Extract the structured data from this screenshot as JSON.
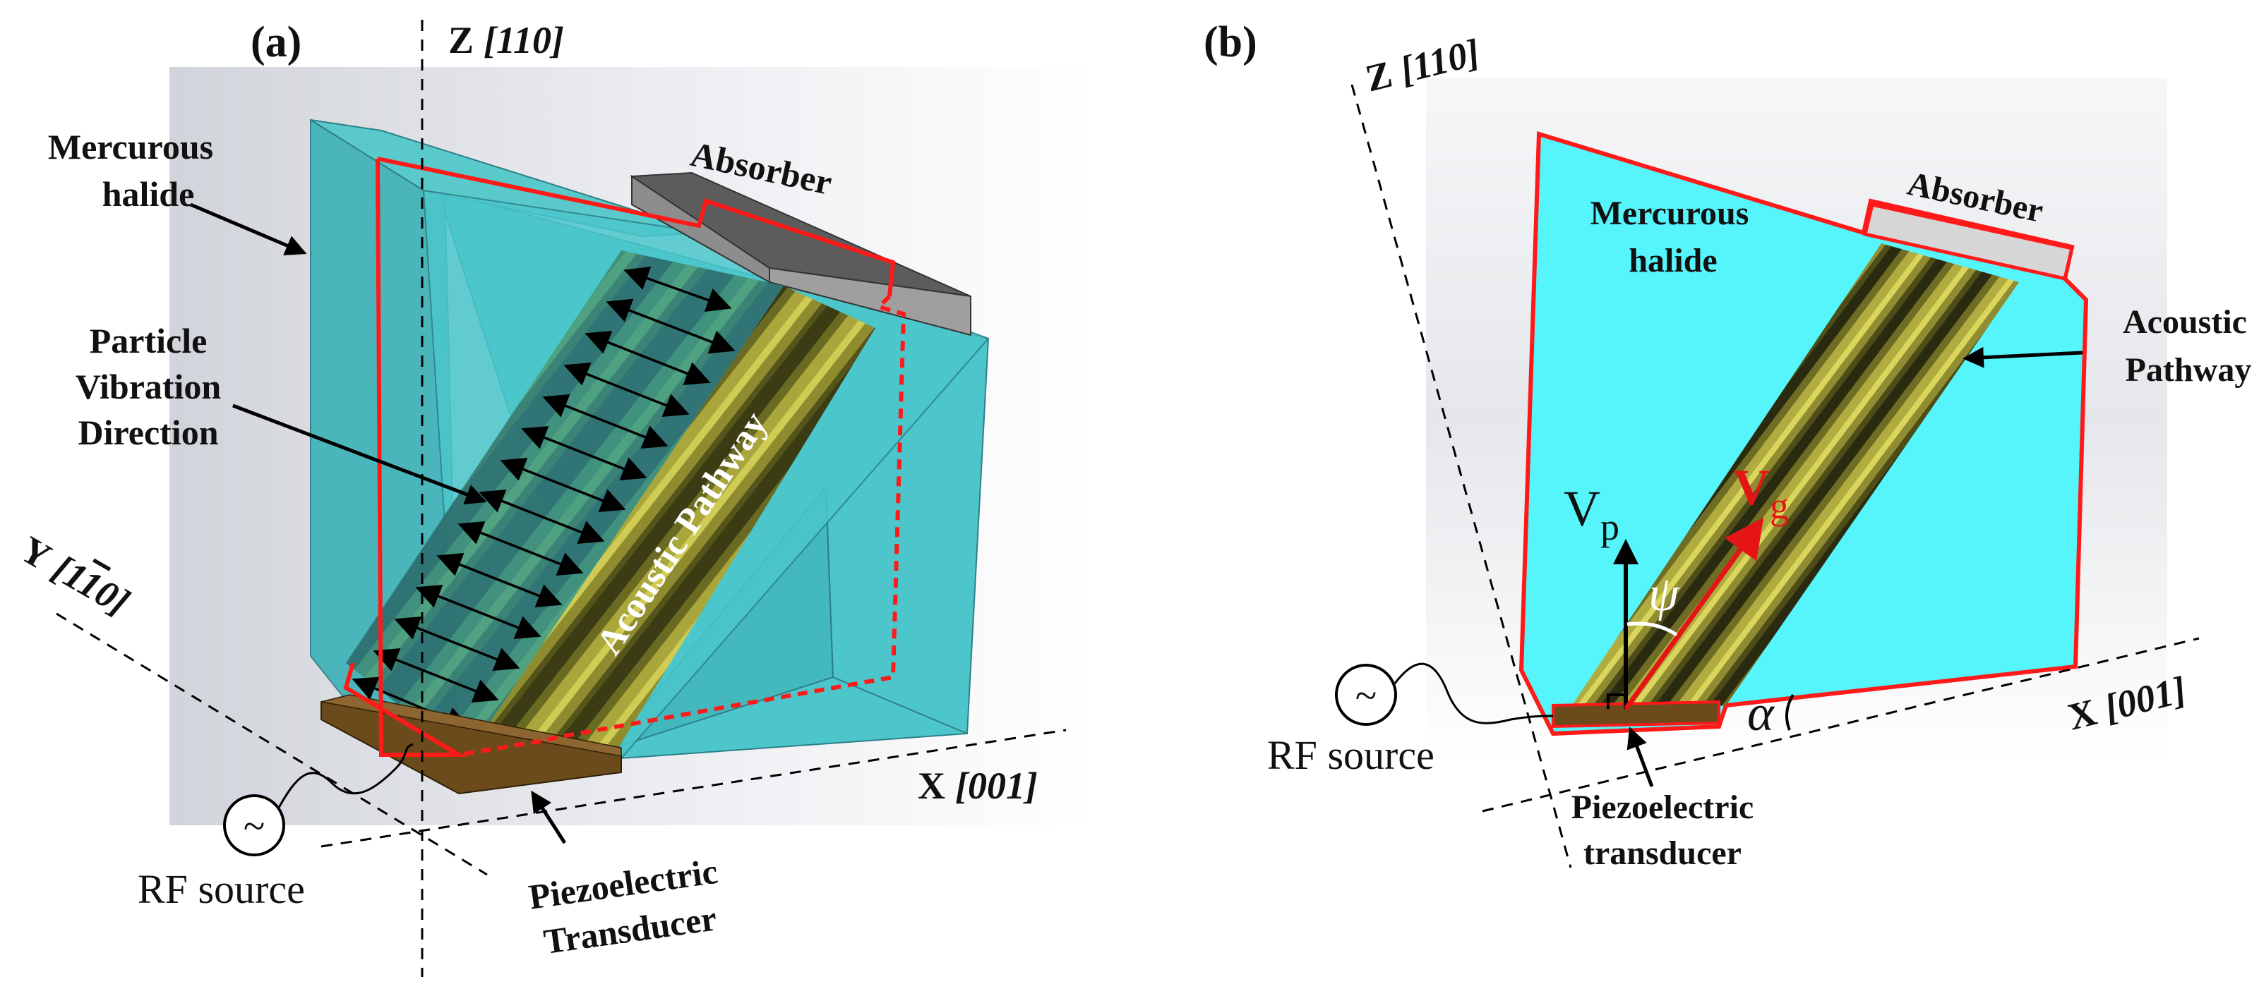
{
  "panel_a": {
    "tag": "(a)",
    "axis_z": "Z",
    "axis_z_dir": "[110]",
    "axis_x": "X",
    "axis_x_dir": "[001]",
    "axis_y": "Y",
    "axis_y_dir": "[1",
    "axis_y_bar": "1",
    "axis_y_end": "0]",
    "mercurous_1": "Mercurous",
    "mercurous_2": "halide",
    "absorber": "Absorber",
    "particle_1": "Particle",
    "particle_2": "Vibration",
    "particle_3": "Direction",
    "pathway": "Acoustic Pathway",
    "rf": "RF source",
    "piezo_1": "Piezoelectric",
    "piezo_2": "Transducer"
  },
  "panel_b": {
    "tag": "(b)",
    "axis_z": "Z",
    "axis_z_dir": "[110]",
    "axis_x": "X",
    "axis_x_dir": "[001]",
    "mercurous_1": "Mercurous",
    "mercurous_2": "halide",
    "absorber": "Absorber",
    "pathway_1": "Acoustic",
    "pathway_2": "Pathway",
    "vp": "V",
    "vp_sub": "p",
    "vg": "V",
    "vg_sub": "g",
    "psi": "ψ",
    "alpha": "α",
    "rf": "RF source",
    "piezo_1": "Piezoelectric",
    "piezo_2": "transducer"
  },
  "colors": {
    "crystal": "#48c8cc",
    "crystal_light": "#55f5fb",
    "outline": "#ff1a1a",
    "absorber": "#8a8a8a",
    "transducer": "#6b4a1c",
    "pathway_dark": "#2e2e10",
    "pathway_light": "#c9c54a"
  }
}
